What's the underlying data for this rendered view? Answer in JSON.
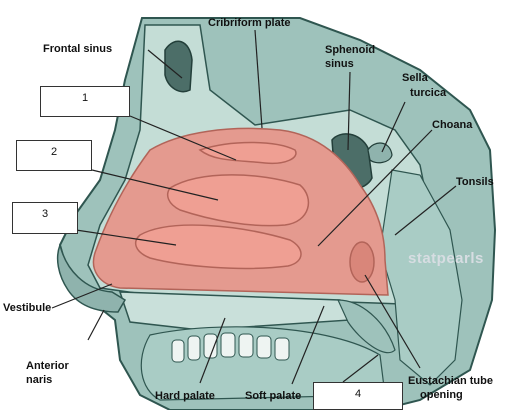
{
  "labels": {
    "frontal_sinus": "Frontal sinus",
    "cribriform_plate": "Cribriform plate",
    "sphenoid_sinus_1": "Sphenoid",
    "sphenoid_sinus_2": "sinus",
    "sella_turcica_1": "Sella",
    "sella_turcica_2": "turcica",
    "choana": "Choana",
    "tonsils": "Tonsils",
    "vestibule": "Vestibule",
    "anterior_naris_1": "Anterior",
    "anterior_naris_2": "naris",
    "hard_palate": "Hard palate",
    "soft_palate": "Soft palate",
    "eustachian_1": "Eustachian tube",
    "eustachian_2": "opening"
  },
  "boxes": {
    "b1": "1",
    "b2": "2",
    "b3": "3",
    "b4": "4"
  },
  "watermark": "statpearls",
  "colors": {
    "mucosa": "#e49a8f",
    "bone": "#b9d6cf",
    "tissue": "#8fb3ad",
    "outline": "#2f5650",
    "line": "#222222"
  }
}
